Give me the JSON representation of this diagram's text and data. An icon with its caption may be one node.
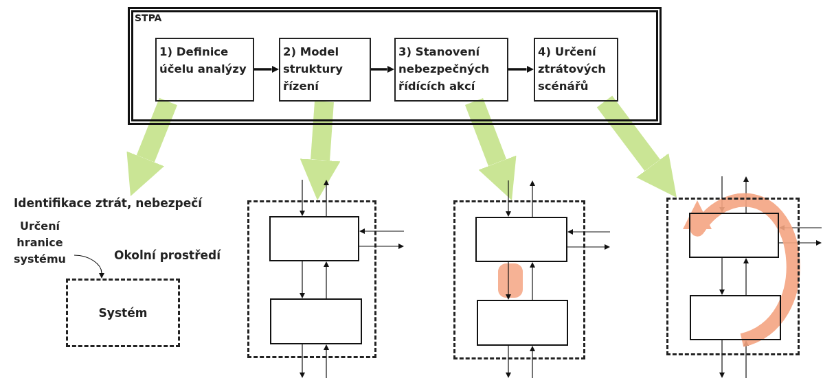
{
  "diagram": {
    "nodes": [
      {
        "text": [
          "STPA"
        ]
      },
      {
        "text": [
          "1) Definice účelu analýzy"
        ],
        "in": 0
      },
      {
        "text": [
          "2) Model struktury řízení"
        ],
        "in": 0
      },
      {
        "text": [
          "3) Stanovení nebezpečných řídících akcí"
        ],
        "in": 0
      },
      {
        "text": [
          "4) Určení ztrátových scénářů"
        ],
        "in": 0
      },
      {
        "text": [
          "Identifikace ztrát, nebezpečí"
        ]
      },
      {
        "text": [
          "Určení hranice systému"
        ]
      },
      {
        "text": [
          "Systém"
        ]
      },
      {
        "text": [],
        "shape": "box"
      },
      {
        "text": [],
        "shape": "box",
        "in": 8
      },
      {
        "text": [],
        "shape": "box",
        "in": 8
      },
      {
        "text": [],
        "shape": "box"
      },
      {
        "text": [],
        "shape": "box",
        "in": 11
      },
      {
        "text": [],
        "shape": "box",
        "in": 11
      },
      {
        "text": [],
        "shape": "box"
      },
      {
        "text": [],
        "shape": "box",
        "in": 14
      },
      {
        "text": [],
        "shape": "box",
        "in": 14
      }
    ],
    "edges": [
      {
        "from": 1,
        "to": 2,
        "arrow": "to",
        "style": "thick"
      },
      {
        "from": 2,
        "to": 3,
        "arrow": "to",
        "style": "thick"
      },
      {
        "from": 3,
        "to": 4,
        "arrow": "to",
        "style": "thick"
      },
      {
        "from": 1,
        "to": 5,
        "arrow": "to",
        "style": "thick",
        "color": "#c5e38a"
      },
      {
        "from": 2,
        "to": 8,
        "arrow": "to",
        "style": "thick",
        "color": "#c5e38a"
      },
      {
        "from": 3,
        "to": 11,
        "arrow": "to",
        "style": "thick",
        "color": "#c5e38a"
      },
      {
        "from": 4,
        "to": 14,
        "arrow": "to",
        "style": "thick",
        "color": "#c5e38a"
      },
      {
        "from": 6,
        "to": 7,
        "arrow": "to"
      },
      {
        "from": null,
        "to": 9,
        "arrow": "to"
      },
      {
        "from": 9,
        "to": null,
        "arrow": "to"
      },
      {
        "from": null,
        "to": 9,
        "arrow": "to"
      },
      {
        "from": 9,
        "to": null,
        "arrow": "to"
      },
      {
        "from": 9,
        "to": 10,
        "arrow": "to"
      },
      {
        "from": 10,
        "to": 9,
        "arrow": "to"
      },
      {
        "from": 10,
        "to": null,
        "arrow": "to"
      },
      {
        "from": null,
        "to": 10,
        "arrow": "to"
      },
      {
        "from": null,
        "to": 12,
        "arrow": "to"
      },
      {
        "from": 12,
        "to": null,
        "arrow": "to"
      },
      {
        "from": null,
        "to": 12,
        "arrow": "to"
      },
      {
        "from": 12,
        "to": null,
        "arrow": "to"
      },
      {
        "from": 12,
        "to": 13,
        "arrow": "to"
      },
      {
        "from": 13,
        "to": 12,
        "arrow": "to"
      },
      {
        "from": 13,
        "to": null,
        "arrow": "to"
      },
      {
        "from": null,
        "to": 13,
        "arrow": "to"
      },
      {
        "from": null,
        "to": 15,
        "arrow": "to"
      },
      {
        "from": 15,
        "to": null,
        "arrow": "to"
      },
      {
        "from": null,
        "to": 15,
        "arrow": "to"
      },
      {
        "from": 15,
        "to": null,
        "arrow": "to"
      },
      {
        "from": 15,
        "to": 16,
        "arrow": "to"
      },
      {
        "from": 16,
        "to": 15,
        "arrow": "to"
      },
      {
        "from": 16,
        "to": null,
        "arrow": "to"
      },
      {
        "from": null,
        "to": 16,
        "arrow": "to"
      },
      {
        "from": 16,
        "to": 15,
        "arrow": "to",
        "style": "thick",
        "color": "#f4a582"
      }
    ],
    "labels": [
      "Okolní prostředí"
    ]
  }
}
